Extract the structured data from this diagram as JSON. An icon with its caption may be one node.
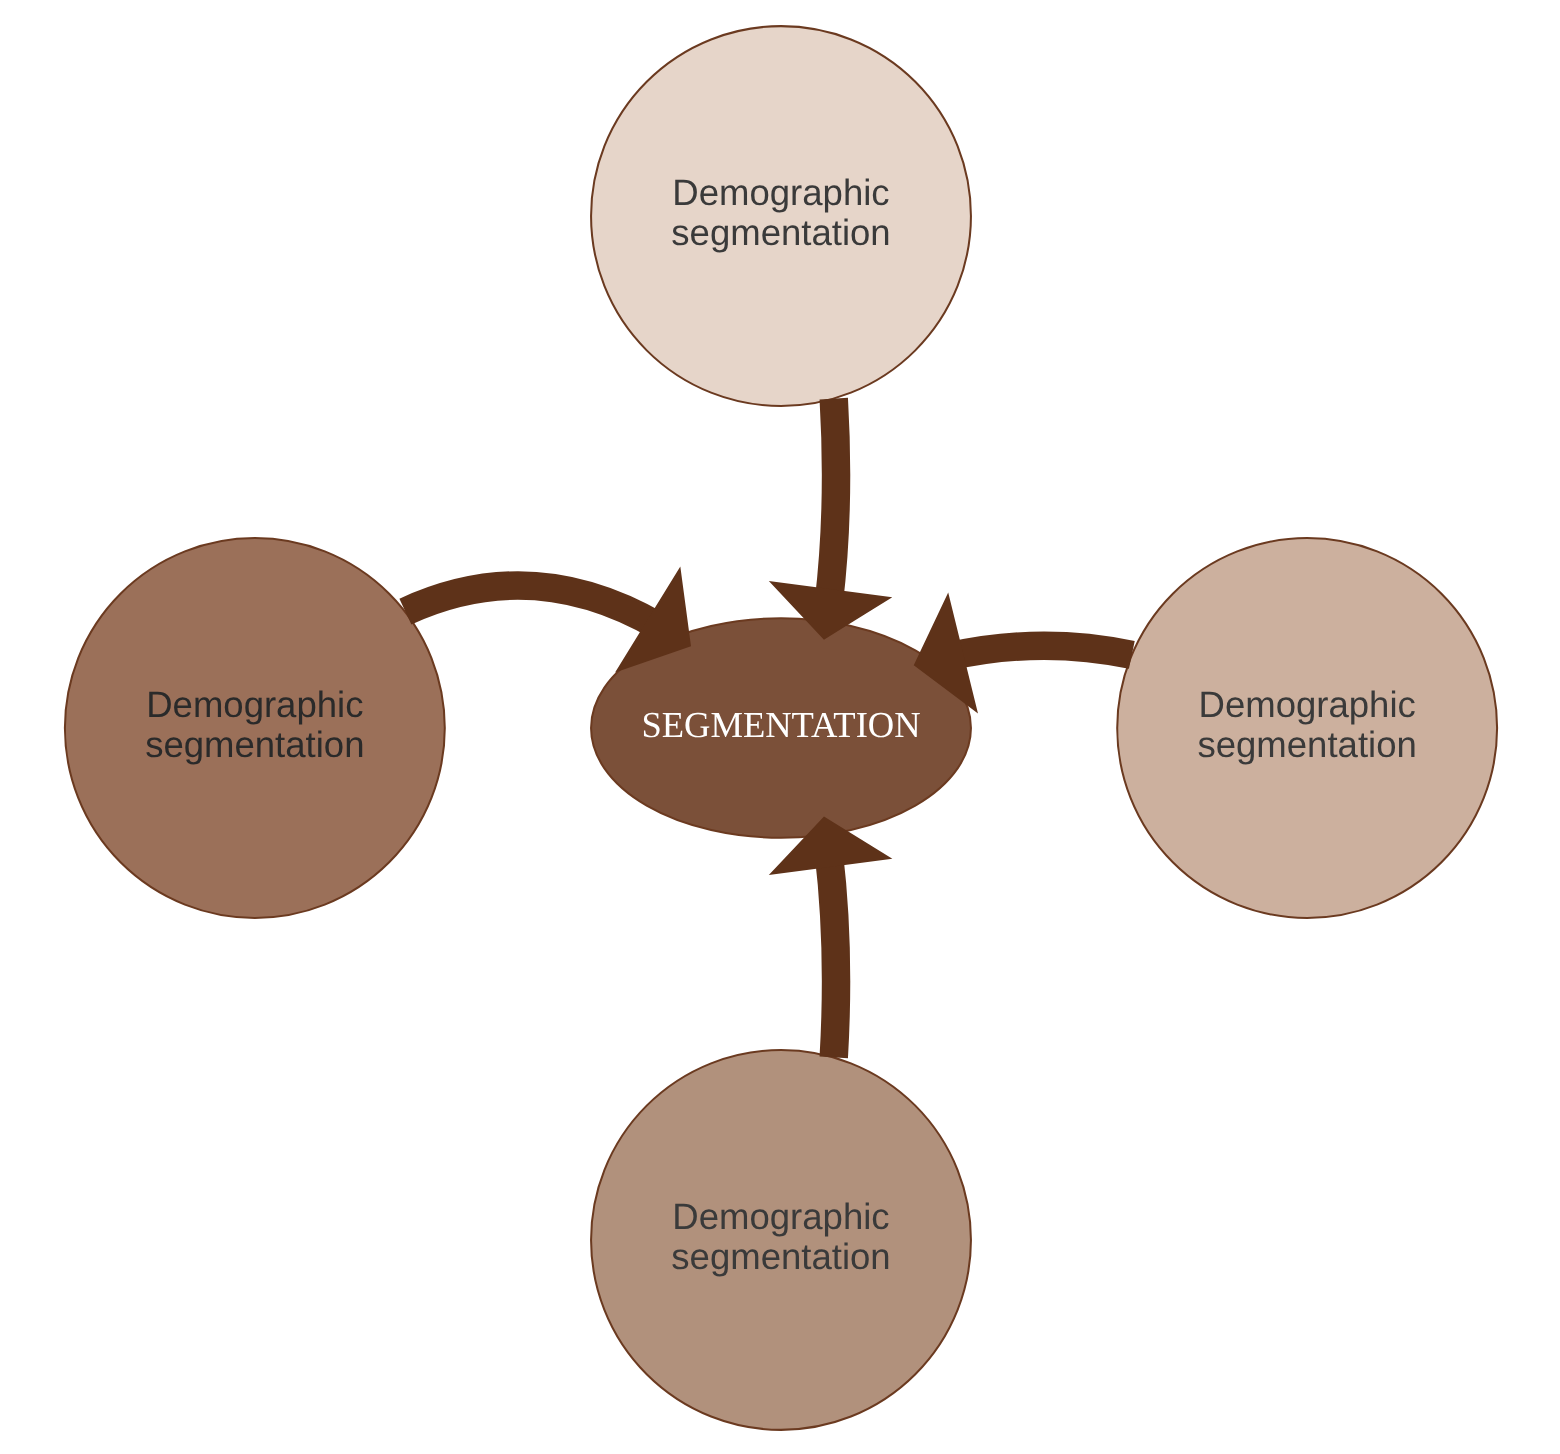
{
  "diagram": {
    "nodes": [
      {
        "text": [
          "Demographic segmentation"
        ]
      },
      {
        "text": [
          "Demographic segmentation"
        ]
      },
      {
        "text": [
          "SEGMENTATION"
        ]
      },
      {
        "text": [
          "Demographic segmentation"
        ]
      },
      {
        "text": [
          "Demographic segmentation"
        ]
      }
    ],
    "edges": [
      {
        "from": 0,
        "to": 2,
        "arrow": "to"
      },
      {
        "from": 1,
        "to": 2,
        "arrow": "to"
      },
      {
        "from": 3,
        "to": 2,
        "arrow": "to"
      },
      {
        "from": 4,
        "to": 2,
        "arrow": "to"
      }
    ]
  }
}
